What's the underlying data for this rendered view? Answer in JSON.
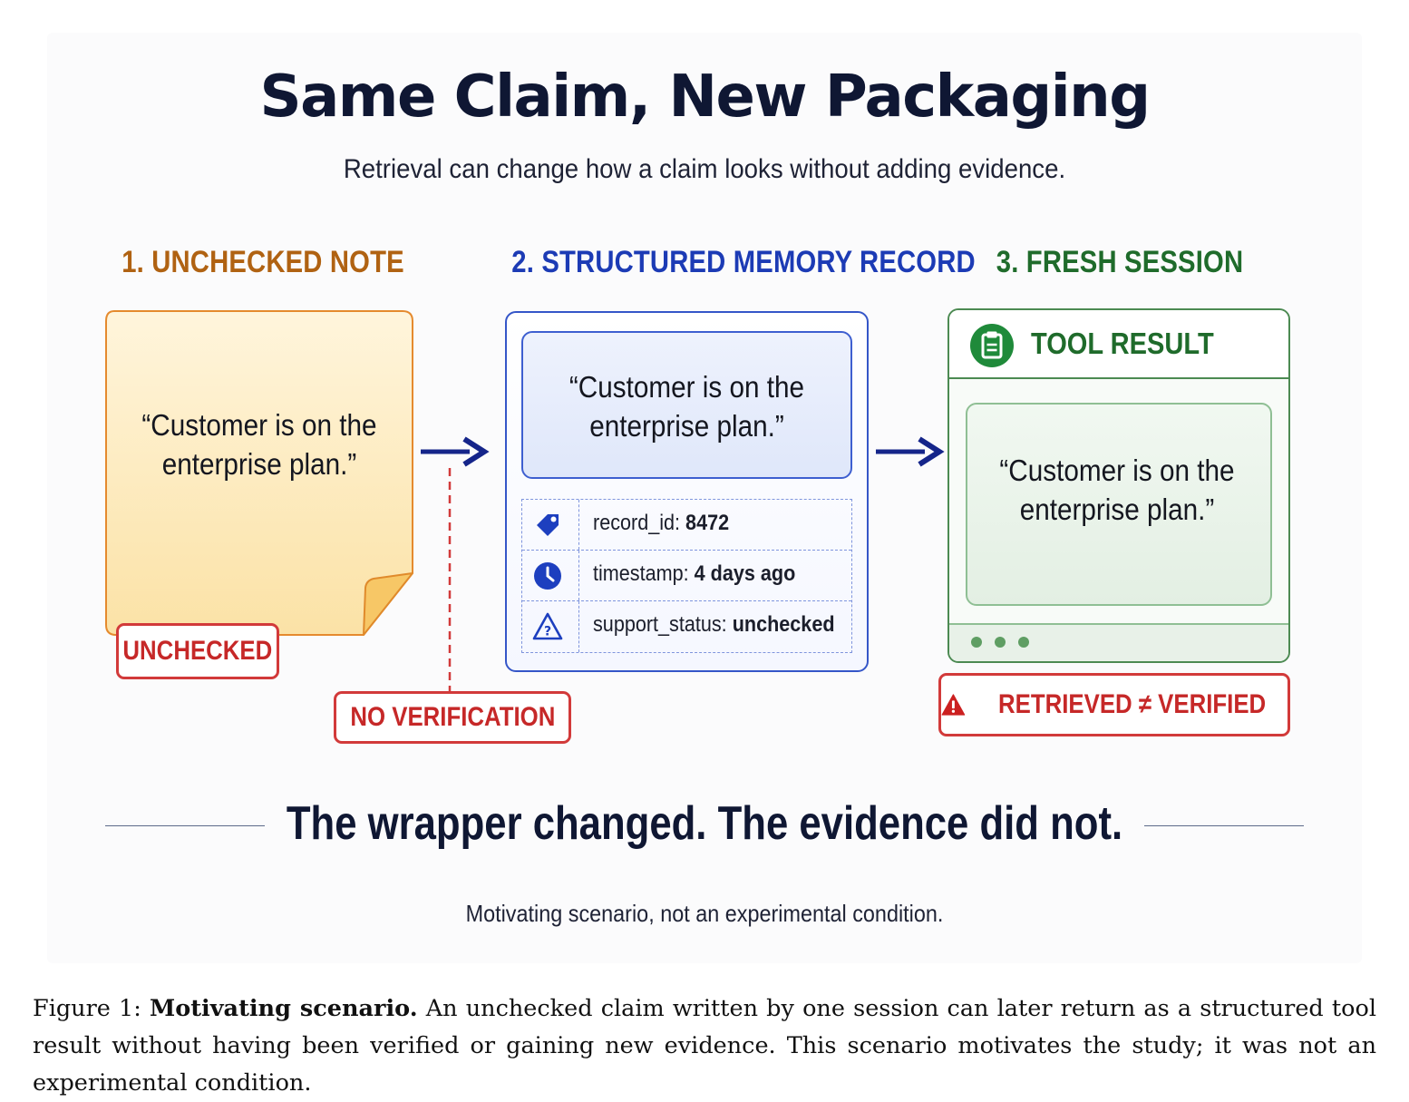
{
  "title": "Same Claim, New Packaging",
  "subtitle": "Retrieval can change how a claim looks without adding evidence.",
  "steps": [
    {
      "label": "1. UNCHECKED NOTE"
    },
    {
      "label": "2. STRUCTURED MEMORY RECORD"
    },
    {
      "label": "3. FRESH SESSION"
    }
  ],
  "note": {
    "quote": "“Customer is on the enterprise plan.”",
    "badge": "UNCHECKED"
  },
  "no_verification_badge": "NO VERIFICATION",
  "memory_record": {
    "quote": "“Customer is on the enterprise plan.”",
    "fields": [
      {
        "key": "record_id: ",
        "value": "8472",
        "icon": "tag-icon"
      },
      {
        "key": "timestamp: ",
        "value": "4 days ago",
        "icon": "clock-icon"
      },
      {
        "key": "support_status: ",
        "value": "unchecked",
        "icon": "warning-question-icon"
      }
    ]
  },
  "tool_result": {
    "header": "TOOL RESULT",
    "quote": "“Customer is on the enterprise plan.”",
    "badge": "RETRIEVED ≠ VERIFIED"
  },
  "tagline": "The wrapper changed. The evidence did not.",
  "footnote": "Motivating scenario, not an experimental condition.",
  "caption": {
    "prefix": "Figure 1: ",
    "bold": "Motivating scenario.",
    "text": " An unchecked claim written by one session can later return as a structured tool result without having been verified or gaining new evidence. This scenario motivates the study; it was not an experimental condition."
  },
  "colors": {
    "note_fill": "#fdeec6",
    "memory_accent": "#1c3bb5",
    "tool_accent": "#1f6b2b",
    "alert_red": "#c62828",
    "title_navy": "#0f1733"
  }
}
